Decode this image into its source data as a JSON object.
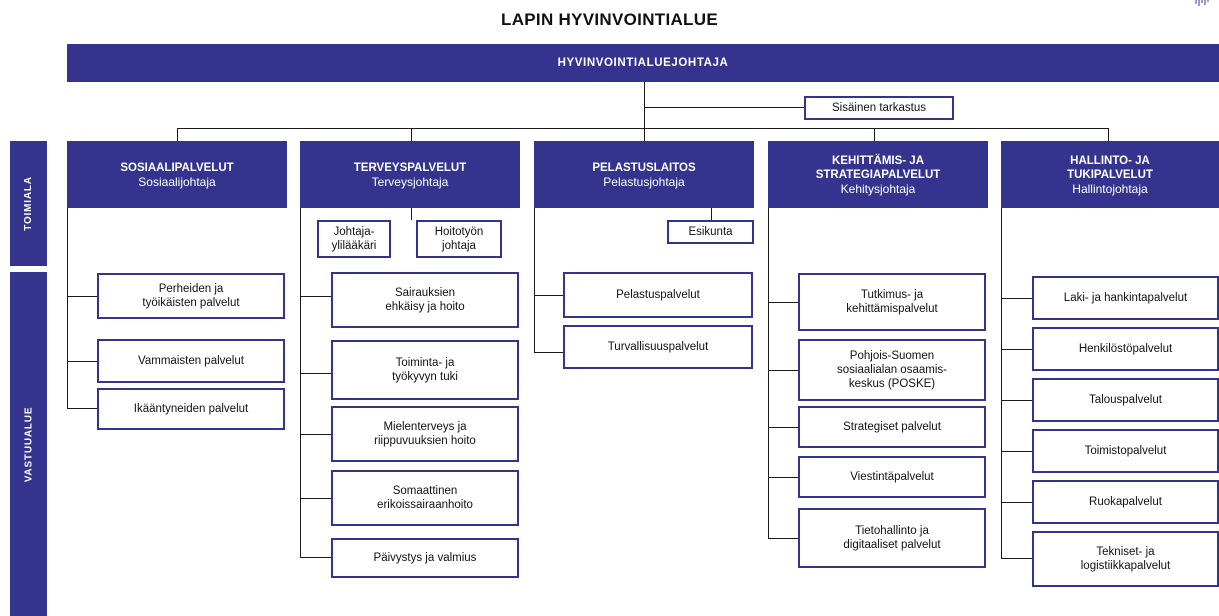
{
  "title": "LAPIN HYVINVOINTIALUE",
  "director": "HYVINVOINTIALUEJOHTAJA",
  "internal_audit": "Sisäinen tarkastus",
  "side_labels": {
    "toimiala": "TOIMIALA",
    "vastuualue": "VASTUUALUE"
  },
  "divisions": [
    {
      "name": "SOSIAALIPALVELUT",
      "leader": "Sosiaalijohtaja",
      "units": [
        "Perheiden ja\ntyöikäisten palvelut",
        "Vammaisten palvelut",
        "Ikääntyneiden palvelut"
      ]
    },
    {
      "name": "TERVEYSPALVELUT",
      "leader": "Terveysjohtaja",
      "staff": [
        "Johtaja-\nylilääkäri",
        "Hoitotyön\njohtaja"
      ],
      "units": [
        "Sairauksien\nehkäisy ja hoito",
        "Toiminta- ja\ntyökyvyn tuki",
        "Mielenterveys ja\nriippuvuuksien hoito",
        "Somaattinen\nerikoissairaanhoito",
        "Päivystys ja valmius"
      ]
    },
    {
      "name": "PELASTUSLAITOS",
      "leader": "Pelastusjohtaja",
      "staff": [
        "Esikunta"
      ],
      "units": [
        "Pelastuspalvelut",
        "Turvallisuuspalvelut"
      ]
    },
    {
      "name": "KEHITTÄMIS- JA\nSTRATEGIAPALVELUT",
      "leader": "Kehitysjohtaja",
      "units": [
        "Tutkimus- ja\nkehittämispalvelut",
        "Pohjois-Suomen\nsosiaalialan osaamis-\nkeskus (POSKE)",
        "Strategiset palvelut",
        "Viestintäpalvelut",
        "Tietohallinto ja\ndigitaaliset palvelut"
      ]
    },
    {
      "name": "HALLINTO- JA\nTUKIPALVELUT",
      "leader": "Hallintojohtaja",
      "units": [
        "Laki- ja hankintapalvelut",
        "Henkilöstöpalvelut",
        "Talouspalvelut",
        "Toimistopalvelut",
        "Ruokapalvelut",
        "Tekniset- ja\nlogistiikkapalvelut"
      ]
    }
  ]
}
